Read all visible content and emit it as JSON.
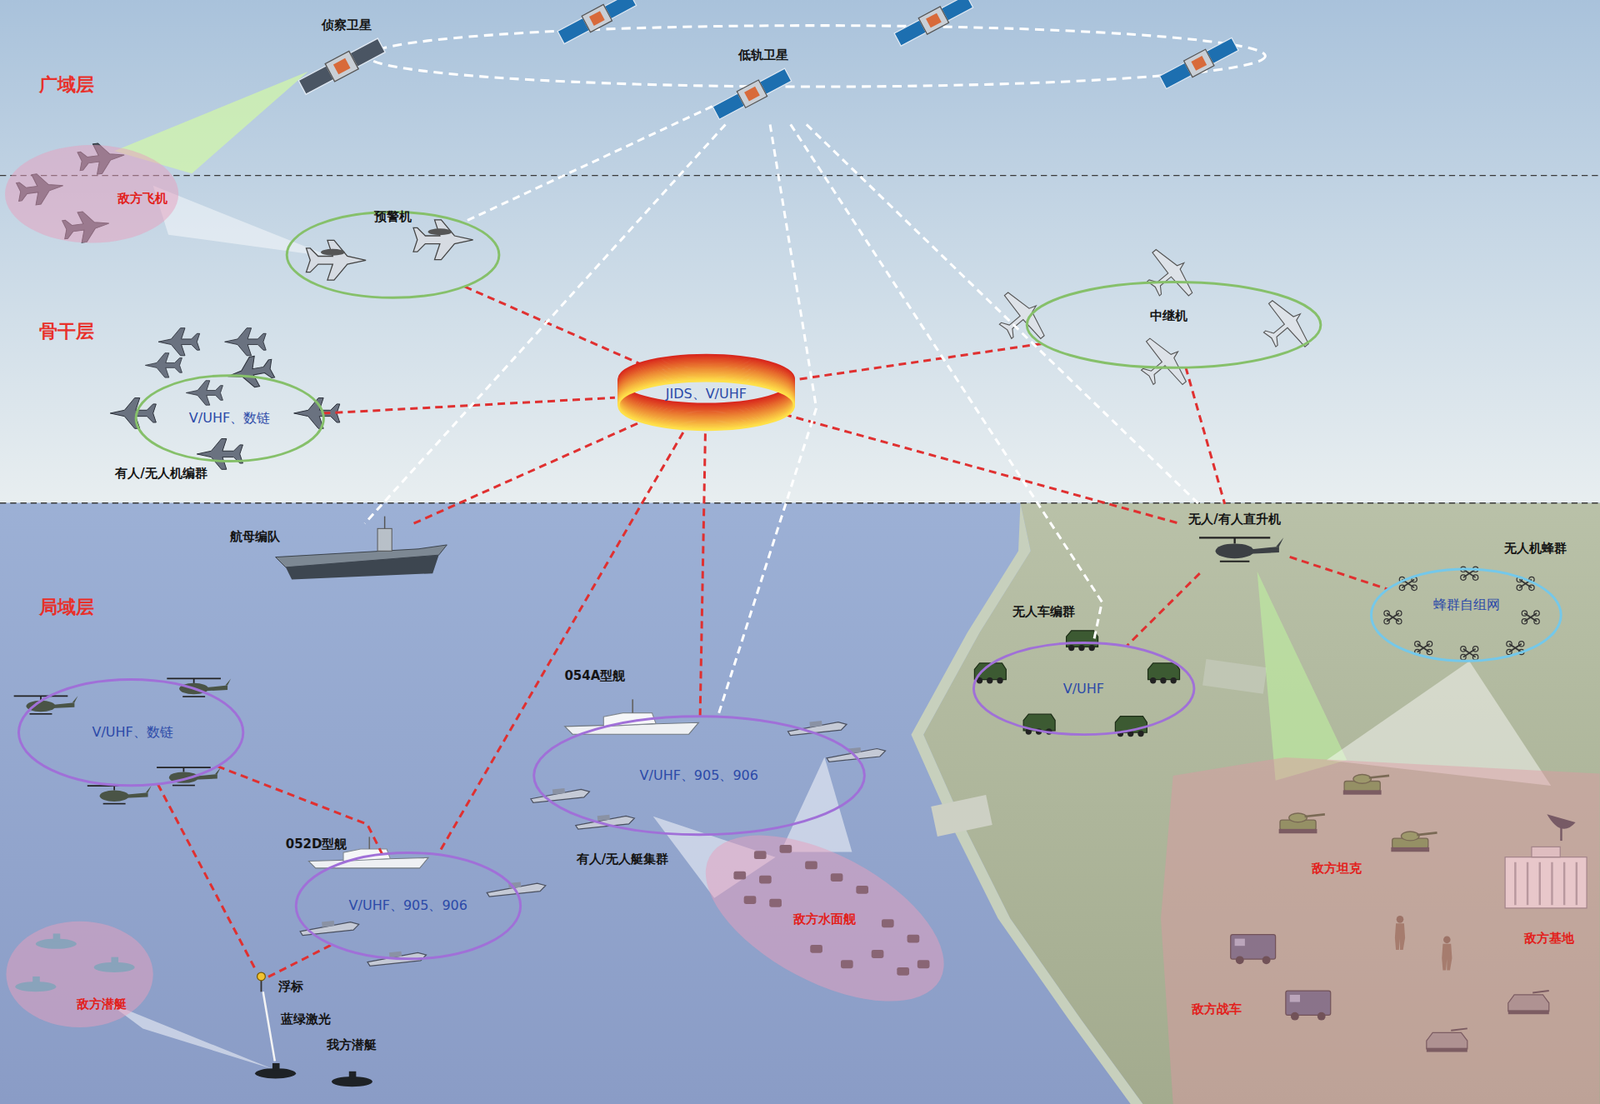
{
  "diagram": {
    "nodes": [
      {
        "text": [
          "低轨卫星"
        ]
      },
      {
        "text": [
          "敌方飞机"
        ]
      },
      {
        "text": [
          "预警机"
        ]
      },
      {
        "text": [
          "中继机"
        ]
      },
      {
        "text": [
          "JIDS、V/UHF"
        ]
      },
      {
        "text": [
          "V/UHF、数链",
          "有人/无人机编群"
        ]
      },
      {
        "text": [
          "航母编队"
        ]
      },
      {
        "text": [
          "无人/有人直升机"
        ]
      },
      {
        "text": [
          "无人机蜂群",
          "蜂群自组网"
        ]
      },
      {
        "text": [
          "无人车编群",
          "V/UHF"
        ]
      },
      {
        "text": [
          "054A型舰",
          "V/UHF、905、906",
          "有人/无人艇集群"
        ]
      },
      {
        "text": [
          "V/UHF、数链"
        ]
      },
      {
        "text": [
          "052D型舰",
          "V/UHF、905、906"
        ]
      },
      {
        "text": [
          "敌方水面舰"
        ]
      },
      {
        "text": [
          "敌方潜艇"
        ]
      },
      {
        "text": [
          "浮标"
        ]
      },
      {
        "text": [
          "我方潜艇"
        ]
      },
      {
        "text": [
          "敌方坦克",
          "敌方基地",
          "敌方战车"
        ]
      }
    ],
    "edges": [
      {
        "from": 2,
        "to": 4,
        "arrow": "none"
      },
      {
        "from": 3,
        "to": 4,
        "arrow": "none"
      },
      {
        "from": 5,
        "to": 4,
        "arrow": "none"
      },
      {
        "from": 6,
        "to": 4,
        "arrow": "none"
      },
      {
        "from": 4,
        "to": 12,
        "arrow": "none"
      },
      {
        "from": 4,
        "to": 10,
        "arrow": "none"
      },
      {
        "from": 4,
        "to": 7,
        "arrow": "none"
      },
      {
        "from": 3,
        "to": 7,
        "arrow": "none"
      },
      {
        "from": 7,
        "to": 9,
        "arrow": "none"
      },
      {
        "from": 7,
        "to": 8,
        "arrow": "none"
      },
      {
        "from": 11,
        "to": 12,
        "arrow": "none"
      },
      {
        "from": 11,
        "to": 15,
        "arrow": "none"
      },
      {
        "from": 15,
        "to": 12,
        "arrow": "none"
      },
      {
        "from": 15,
        "to": 16,
        "label": "蓝绿激光",
        "arrow": "none"
      },
      {
        "from": 0,
        "to": 2,
        "arrow": "none"
      },
      {
        "from": 0,
        "to": 6,
        "arrow": "none"
      },
      {
        "from": 0,
        "to": 10,
        "arrow": "none"
      },
      {
        "from": 0,
        "to": 9,
        "arrow": "none"
      },
      {
        "from": 0,
        "to": 7,
        "arrow": "none"
      }
    ],
    "labels": [
      "广域层",
      "骨干层",
      "局域层",
      "侦察卫星"
    ]
  }
}
